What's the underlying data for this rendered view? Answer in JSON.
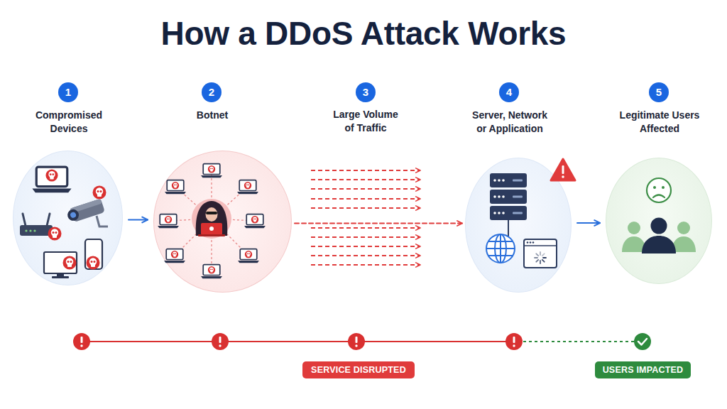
{
  "diagram": {
    "title": "How a DDoS Attack Works",
    "nodes": [
      {
        "text": [
          "Compromised Devices"
        ]
      },
      {
        "text": [
          "Botnet"
        ]
      },
      {
        "text": [
          "Server, Network or Application"
        ]
      },
      {
        "text": [
          "Legitimate Users Affected"
        ]
      },
      {
        "text": [
          "SERVICE DISRUPTED"
        ]
      },
      {
        "text": [
          "USERS IMPACTED"
        ]
      }
    ],
    "edges": [
      {
        "from": 0,
        "to": 1,
        "arrow": "to"
      },
      {
        "from": 1,
        "to": 2,
        "label": "Large Volume of Traffic",
        "arrow": "to"
      },
      {
        "from": 2,
        "to": 3,
        "arrow": "to"
      }
    ],
    "labels": [
      "1",
      "2",
      "3",
      "4",
      "5"
    ]
  }
}
